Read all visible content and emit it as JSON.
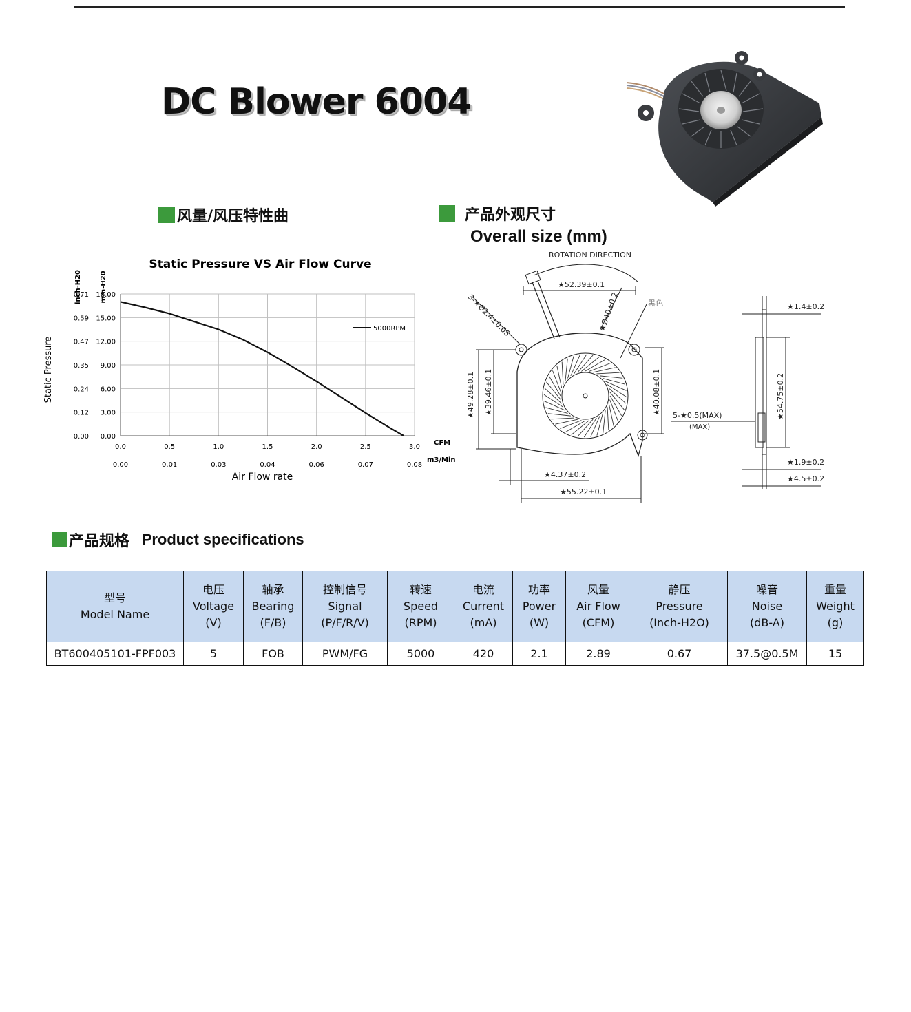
{
  "title": "DC Blower 6004",
  "sections": {
    "curve_heading": "风量/风压特性曲",
    "size_heading_cn": "产品外观尺寸",
    "size_heading_en": "Overall size (mm)",
    "spec_heading_cn": "产品规格",
    "spec_heading_en": "Product specifications"
  },
  "chart_data": {
    "type": "line",
    "title": "Static Pressure VS Air Flow Curve",
    "ylabel": "Static Pressure",
    "xlabel": "Air Flow rate",
    "y_left_unit": "inch-H20",
    "y_right_unit": "mm-H20",
    "x_unit_top": "CFM",
    "x_unit_bottom": "m3/Min",
    "ylim": [
      0,
      18
    ],
    "xlim": [
      0,
      3.0
    ],
    "y_ticks_mm": [
      "18.00",
      "15.00",
      "12.00",
      "9.00",
      "6.00",
      "3.00",
      "0.00"
    ],
    "y_ticks_inch": [
      "0.71",
      "0.59",
      "0.47",
      "0.35",
      "0.24",
      "0.12",
      "0.00"
    ],
    "x_ticks_cfm": [
      "0.0",
      "0.5",
      "1.0",
      "1.5",
      "2.0",
      "2.5",
      "3.0"
    ],
    "x_ticks_m3": [
      "0.00",
      "0.01",
      "0.03",
      "0.04",
      "0.06",
      "0.07",
      "0.08"
    ],
    "grid": true,
    "legend_position": "top-right",
    "series": [
      {
        "name": "5000RPM",
        "x": [
          0,
          0.25,
          0.5,
          0.75,
          1.0,
          1.25,
          1.5,
          1.75,
          2.0,
          2.25,
          2.5,
          2.75,
          2.89
        ],
        "y": [
          17.0,
          16.3,
          15.5,
          14.5,
          13.5,
          12.2,
          10.6,
          8.8,
          6.9,
          4.9,
          2.9,
          1.0,
          0.0
        ]
      }
    ]
  },
  "drawing": {
    "rotation": "ROTATION DIRECTION",
    "dim_52": "★52.39±0.1",
    "dim_holes": "3-★Ø2.4±0.05",
    "dim_40_dia": "★Ø40±0.2",
    "black": "黑色",
    "dim_49": "★49.28±0.1",
    "dim_39": "★39.46±0.1",
    "dim_40": "★40.08±0.1",
    "dim_5x": "5-★0.5(MAX)",
    "dim_max": "(MAX)",
    "dim_437": "★4.37±0.2",
    "dim_5522": "★55.22±0.1",
    "dim_14": "★1.4±0.2",
    "dim_5475": "★54.75±0.2",
    "dim_19": "★1.9±0.2",
    "dim_45": "★4.5±0.2"
  },
  "spec_table": {
    "headers": [
      {
        "cn": "型号",
        "en": "Model Name",
        "unit": ""
      },
      {
        "cn": "电压",
        "en": "Voltage",
        "unit": "(V)"
      },
      {
        "cn": "轴承",
        "en": "Bearing",
        "unit": "(F/B)"
      },
      {
        "cn": "控制信号",
        "en": "Signal",
        "unit": "(P/F/R/V)"
      },
      {
        "cn": "转速",
        "en": "Speed",
        "unit": "(RPM)"
      },
      {
        "cn": "电流",
        "en": "Current",
        "unit": "(mA)"
      },
      {
        "cn": "功率",
        "en": "Power",
        "unit": "(W)"
      },
      {
        "cn": "风量",
        "en": "Air Flow",
        "unit": "(CFM)"
      },
      {
        "cn": "静压",
        "en": "Pressure",
        "unit": "(Inch-H2O)"
      },
      {
        "cn": "噪音",
        "en": "Noise",
        "unit": "(dB-A)"
      },
      {
        "cn": "重量",
        "en": "Weight",
        "unit": "(g)"
      }
    ],
    "row": [
      "BT600405101-FPF003",
      "5",
      "FOB",
      "PWM/FG",
      "5000",
      "420",
      "2.1",
      "2.89",
      "0.67",
      "37.5@0.5M",
      "15"
    ]
  },
  "colors": {
    "accent_square": "#3c9a3c",
    "table_header": "#c7d9f0",
    "fan_body": "#3a3c40"
  }
}
